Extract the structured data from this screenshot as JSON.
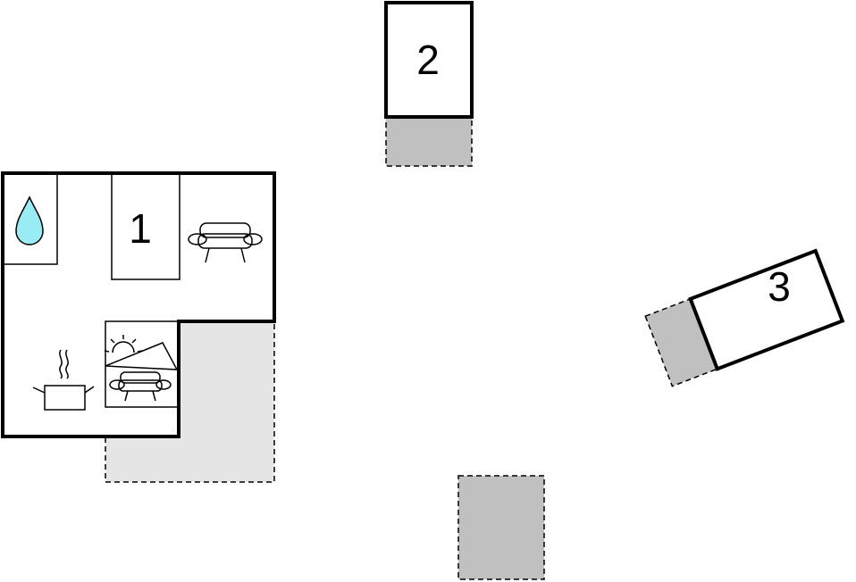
{
  "building_1": {
    "label": "1"
  },
  "building_2": {
    "label": "2"
  },
  "building_3": {
    "label": "3"
  },
  "colors": {
    "outdoor_area": "#c0c0c0",
    "terrace": "#e5e5e5",
    "water_drop": "#99ecf4",
    "walls": "#000000"
  },
  "icons": [
    "water-drop-icon",
    "sofa-icon",
    "cooking-pot-icon",
    "sun-icon"
  ]
}
